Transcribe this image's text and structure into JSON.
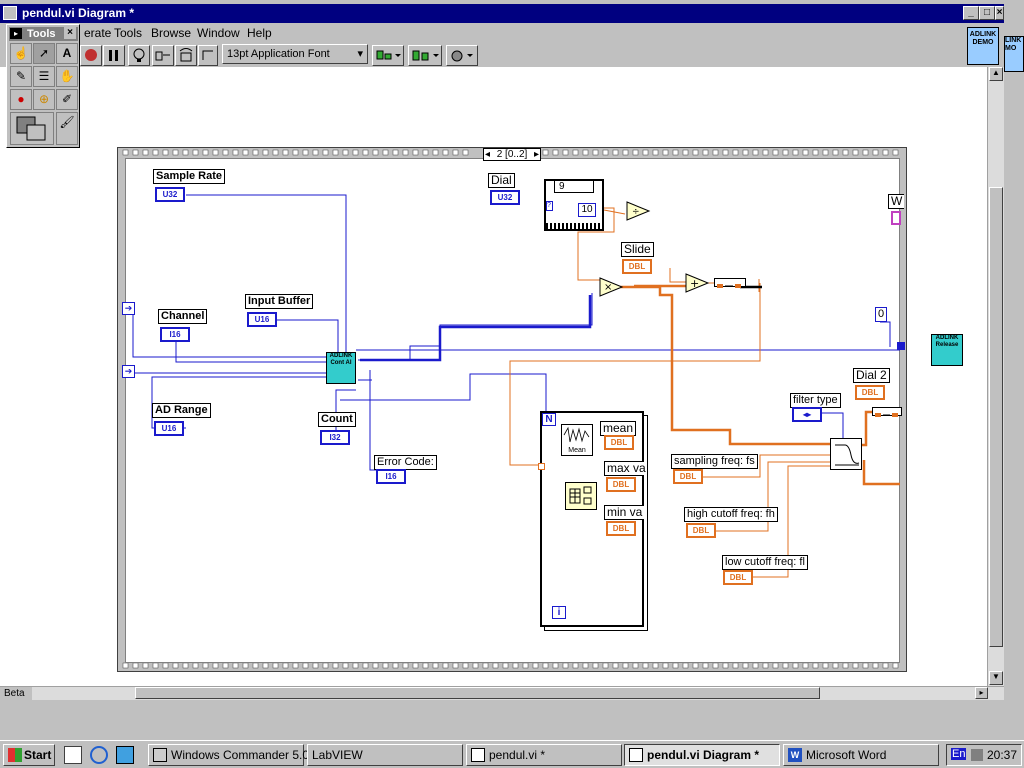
{
  "window": {
    "title": "pendul.vi Diagram *"
  },
  "menu": {
    "items": [
      "erate",
      "Tools",
      "Browse",
      "Window",
      "Help"
    ]
  },
  "toolbar": {
    "font_label": "13pt Application Font"
  },
  "tools_palette": {
    "title": "Tools"
  },
  "side_icons": {
    "adlink_demo": "ADLINK DEMO",
    "link_mo": "LINK MO"
  },
  "frame": {
    "selector": "2 [0..2]"
  },
  "labels": {
    "sample_rate": "Sample Rate",
    "channel": "Channel",
    "input_buffer": "Input Buffer",
    "ad_range": "AD Range",
    "count": "Count",
    "error_code": "Error Code:",
    "dial": "Dial",
    "slide": "Slide",
    "dial2": "Dial 2",
    "filter_type": "filter type",
    "sampling_freq": "sampling freq: fs",
    "high_cutoff": "high cutoff freq: fh",
    "low_cutoff": "low cutoff freq: fl",
    "mean": "mean",
    "max_val": "max va",
    "min_val": "min va",
    "w_partial": "W"
  },
  "terminals": {
    "u32": "U32",
    "i16": "I16",
    "u16": "U16",
    "i32": "I32",
    "dbl": "DBL"
  },
  "constants": {
    "case_val": "9",
    "ten": "10",
    "zero": "0",
    "n": "N",
    "i": "i"
  },
  "nodes": {
    "adlink_cont_ai": "ADLINK Cont AI",
    "adlink_release": "ADLINK Release",
    "mean_fn": "Mean"
  },
  "status": {
    "beta": "Beta"
  },
  "taskbar": {
    "start": "Start",
    "items": [
      "Windows Commander 5.0 ...",
      "LabVIEW",
      "pendul.vi *",
      "pendul.vi Diagram *",
      "Microsoft Word"
    ],
    "lang": "En",
    "time": "20:37"
  }
}
